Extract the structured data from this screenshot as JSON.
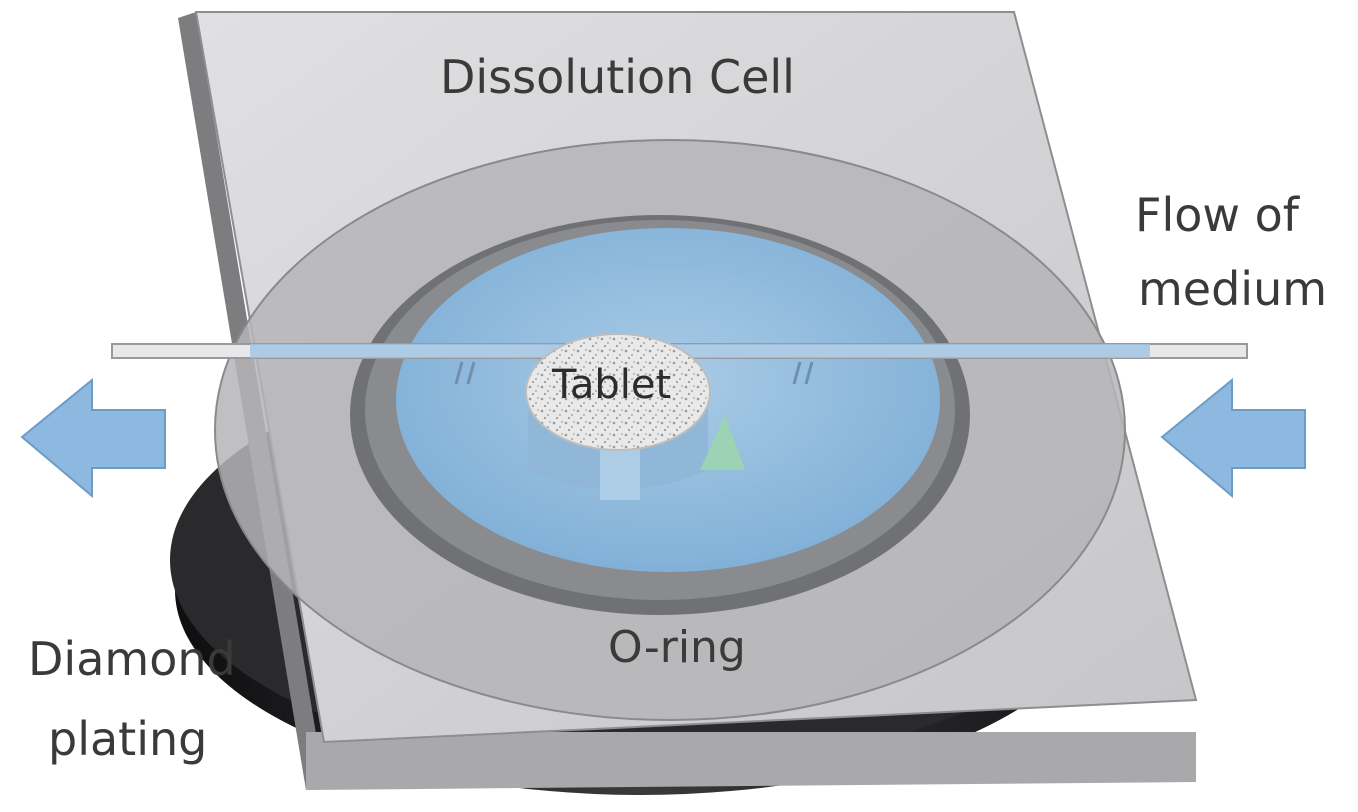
{
  "labels": {
    "title": "Dissolution Cell",
    "flow_line1": "Flow of",
    "flow_line2": "medium",
    "tablet": "Tablet",
    "oring": "O-ring",
    "plating_line1": "Diamond",
    "plating_line2": "plating"
  },
  "colors": {
    "plate_face": "#d2d2d4",
    "plate_edge": "#8e8e90",
    "ring_outer": "#b2b2b4",
    "ring_inner": "#6e6f72",
    "medium": "#8eb9dc",
    "arrow": "#8db8df",
    "diamond_plating": "#1c1c1e",
    "tablet": "#e6e6e6"
  }
}
